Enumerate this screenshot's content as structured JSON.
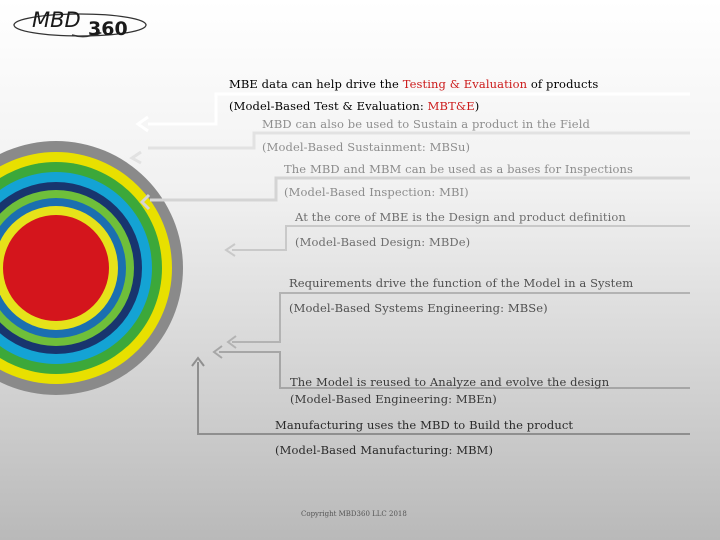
{
  "logo": {
    "brand": "MBD",
    "number": "360"
  },
  "steps": [
    {
      "lead": "MBE data can help drive the ",
      "highlight": "Testing & Evaluation",
      "trail": " of products",
      "acronym_prefix": "(Model-Based Test & Evaluation:  ",
      "acronym": "MBT&E",
      "acronym_suffix": ")",
      "line_color": "#ffffff"
    },
    {
      "statement": "MBD can also be used to Sustain a product in the Field",
      "acronym": "(Model-Based Sustainment: MBSu)",
      "line_color": "#e2e2e2"
    },
    {
      "statement": "The MBD and MBM can be used as a bases for Inspections",
      "acronym": "(Model-Based Inspection:  MBI)",
      "line_color": "#d4d4d4"
    },
    {
      "statement": "At the core of MBE is the Design and product definition",
      "acronym": "(Model-Based Design:  MBDe)",
      "line_color": "#c9c9c9"
    },
    {
      "statement": "Requirements drive the function of the Model in a System",
      "acronym": "(Model-Based Systems Engineering:  MBSe)",
      "line_color": "#b3b3b3"
    },
    {
      "statement": "The Model is reused to Analyze and evolve the design",
      "acronym": "(Model-Based Engineering:  MBEn)",
      "line_color": "#a6a6a6"
    },
    {
      "statement": "Manufacturing uses the MBD to Build the product",
      "acronym": "(Model-Based Manufacturing:  MBM)",
      "line_color": "#8f8f8f"
    }
  ],
  "rings": [
    "#8a8a8a",
    "#e8e000",
    "#3ca83a",
    "#14a3d4",
    "#18356e",
    "#6fbf3a",
    "#1b6fb0",
    "#e6e21a",
    "#d4151c"
  ],
  "colors": {
    "text": "#1f1f1f",
    "highlight": "#cc1b1b"
  },
  "copyright": "Copyright MBD360 LLC 2018"
}
